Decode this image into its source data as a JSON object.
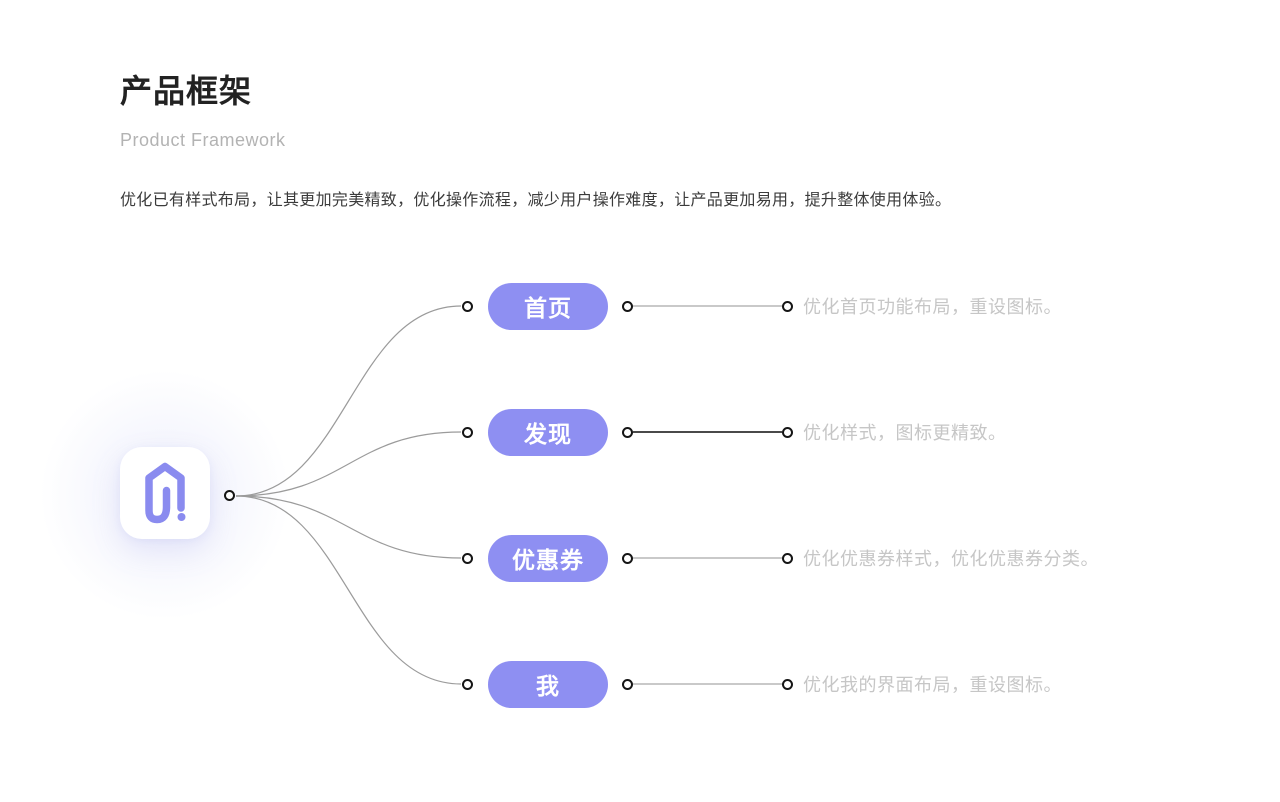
{
  "header": {
    "title": "产品框架",
    "subtitle": "Product Framework",
    "description": "优化已有样式布局，让其更加完美精致，优化操作流程，减少用户操作难度，让产品更加易用，提升整体使用体验。"
  },
  "colors": {
    "node_fill": "#8E8FF2",
    "node_label_text": "#FFFFFF",
    "logo_stroke": "#8A8BEF",
    "curve_stroke": "#9B9B9B",
    "line_light": "#C9C9C9",
    "line_dark": "#4A4A4A",
    "dot_border": "#151515",
    "title_text": "#222222",
    "subtitle_text": "#B3B3B3",
    "body_text": "#3B3B3B",
    "note_text": "#C6C6C6"
  },
  "mindmap": {
    "root_icon": "home-app-logo-icon",
    "branches": [
      {
        "label": "首页",
        "note": "优化首页功能布局，重设图标。",
        "line_color": "#C9C9C9"
      },
      {
        "label": "发现",
        "note": "优化样式，图标更精致。",
        "line_color": "#4A4A4A"
      },
      {
        "label": "优惠券",
        "note": "优化优惠券样式，优化优惠券分类。",
        "line_color": "#C9C9C9"
      },
      {
        "label": "我",
        "note": "优化我的界面布局，重设图标。",
        "line_color": "#C9C9C9"
      }
    ]
  }
}
